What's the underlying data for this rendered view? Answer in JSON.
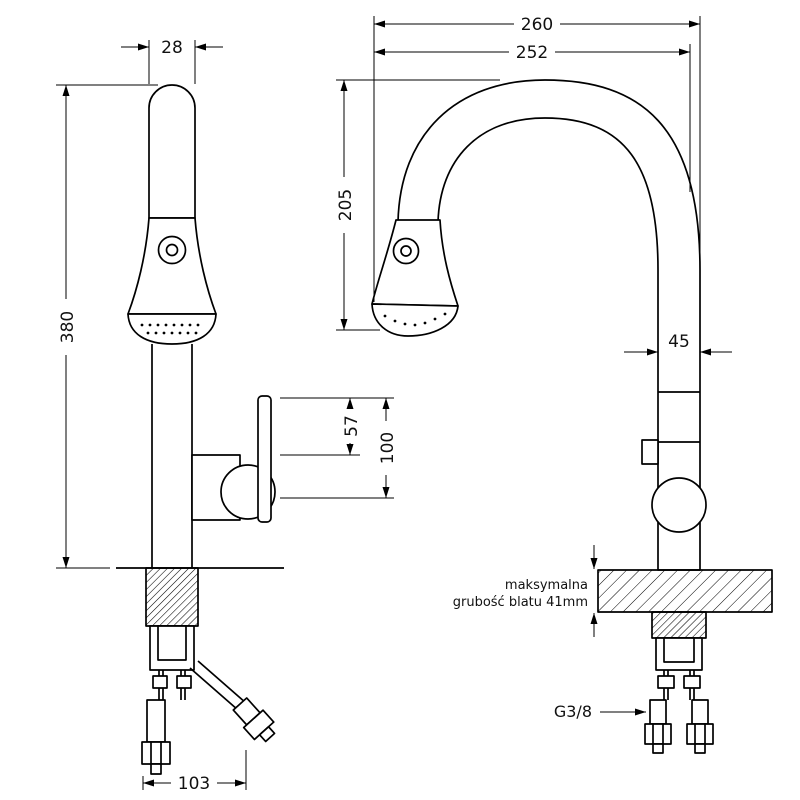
{
  "drawing": {
    "front_view": {
      "dimensions": {
        "spout_width": "28",
        "total_height": "380",
        "lever_height": "57",
        "handle_height": "100",
        "hose_span": "103"
      }
    },
    "side_view": {
      "dimensions": {
        "overall_depth": "260",
        "spout_reach": "252",
        "arc_height": "205",
        "body_width": "45"
      },
      "annotations": {
        "countertop_line1": "maksymalna",
        "countertop_line2": "grubość blatu 41mm",
        "connector_thread": "G3/8"
      }
    }
  }
}
